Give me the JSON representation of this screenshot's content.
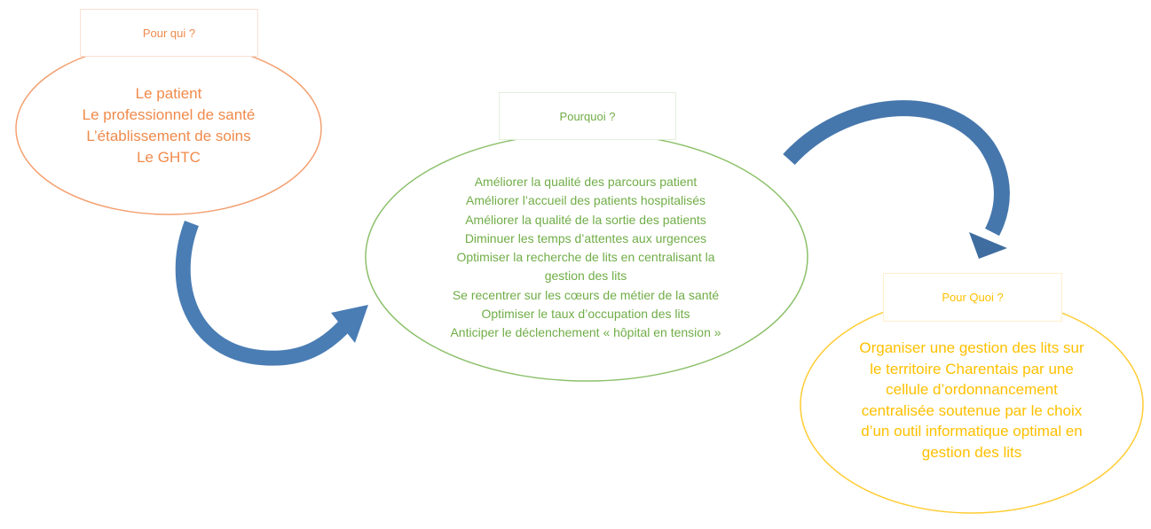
{
  "colors": {
    "orange": "#f08a4b",
    "green": "#70ad47",
    "yellow": "#ffc000",
    "arrow": "#4a7db4"
  },
  "pour_qui": {
    "title": "Pour qui ?",
    "lines": [
      "Le patient",
      "Le professionnel de santé",
      "L’établissement de soins",
      "Le GHTC"
    ]
  },
  "pourquoi": {
    "title": "Pourquoi ?",
    "lines": [
      "Améliorer la qualité des parcours patient",
      "Améliorer l’accueil des patients hospitalisés",
      "Améliorer la qualité de la sortie des patients",
      "Diminuer les temps d’attentes aux urgences",
      "Optimiser la recherche de lits en centralisant la",
      "gestion des lits",
      "Se recentrer sur les cœurs de métier de la santé",
      "Optimiser le taux d’occupation des lits",
      "Anticiper le déclenchement « hôpital en tension »"
    ]
  },
  "pour_quoi": {
    "title": "Pour Quoi ?",
    "lines": [
      "Organiser une gestion des lits sur",
      "le territoire Charentais par une",
      "cellule d’ordonnancement",
      "centralisée soutenue par le choix",
      "d’un outil informatique optimal en",
      "gestion des lits"
    ]
  }
}
